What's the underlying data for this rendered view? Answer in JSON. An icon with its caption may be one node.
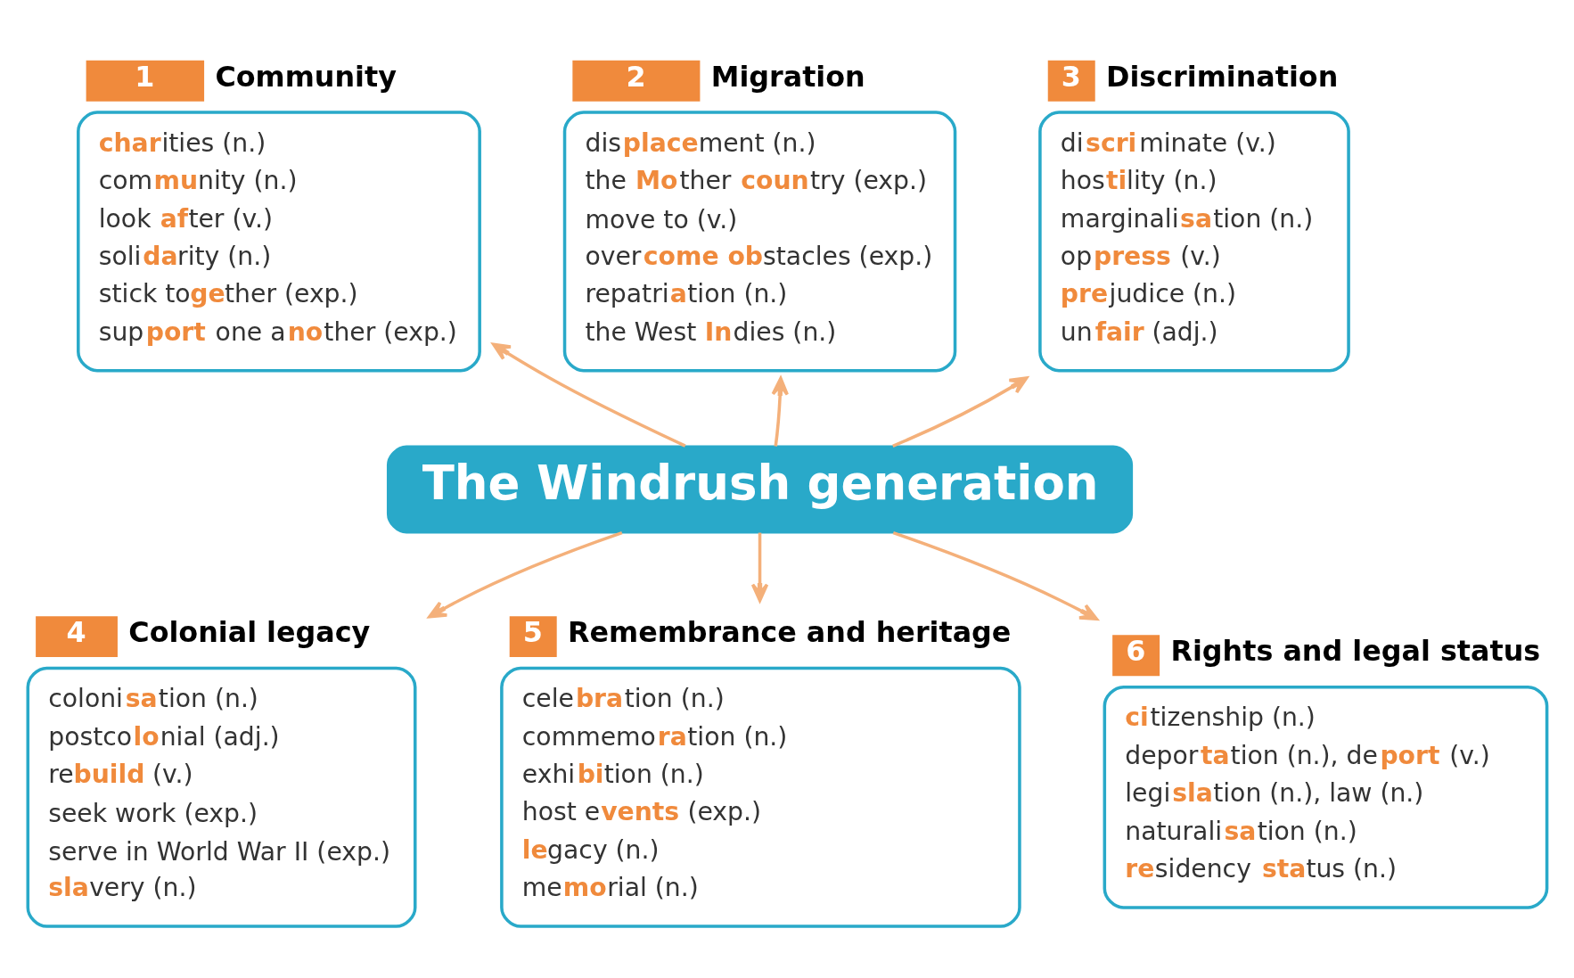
{
  "diagram": {
    "nodes": [
      {
        "text": [
          "1",
          "Community",
          "**char**ities (n.)",
          "com**mu**nity (n.)",
          "look **af**ter (v.)",
          "soli**da**rity (n.)",
          "stick to**ge**ther (exp.)",
          "sup**port** one a**no**ther (exp.)"
        ]
      },
      {
        "text": [
          "2",
          "Migration",
          "dis**place**ment (n.)",
          "the **Mo**ther **coun**try (exp.)",
          "move to (v.)",
          "over**come ob**stacles (exp.)",
          "repatri**a**tion (n.)",
          "the West **In**dies (n.)"
        ]
      },
      {
        "text": [
          "3",
          "Discrimination",
          "di**scri**minate (v.)",
          "hos**ti**lity (n.)",
          "marginali**sa**tion (n.)",
          "op**press** (v.)",
          "**pre**judice (n.)",
          "un**fair** (adj.)"
        ]
      },
      {
        "text": [
          "The Windrush generation"
        ]
      },
      {
        "text": [
          "4",
          "Colonial legacy",
          "coloni**sa**tion (n.)",
          "postco**lo**nial (adj.)",
          "re**build** (v.)",
          "seek work (exp.)",
          "serve in World War II (exp.)",
          "**sla**very (n.)"
        ]
      },
      {
        "text": [
          "5",
          "Remembrance and heritage",
          "cele**bra**tion (n.)",
          "commemo**ra**tion (n.)",
          "exhi**bi**tion (n.)",
          "host e**vents** (exp.)",
          "**le**gacy (n.)",
          "me**mo**rial (n.)"
        ]
      },
      {
        "text": [
          "6",
          "Rights and legal status",
          "**ci**tizenship (n.)",
          "depor**ta**tion (n.), de**port** (v.)",
          "legi**sla**tion (n.), law (n.)",
          "naturali**sa**tion (n.)",
          "**re**sidency **sta**tus (n.)"
        ]
      }
    ],
    "edges": [
      {
        "from": 3,
        "to": 0,
        "arrow": "to"
      },
      {
        "from": 3,
        "to": 1,
        "arrow": "to"
      },
      {
        "from": 3,
        "to": 2,
        "arrow": "to"
      },
      {
        "from": 3,
        "to": 4,
        "arrow": "to"
      },
      {
        "from": 3,
        "to": 5,
        "arrow": "to"
      },
      {
        "from": 3,
        "to": 6,
        "arrow": "to"
      }
    ]
  }
}
